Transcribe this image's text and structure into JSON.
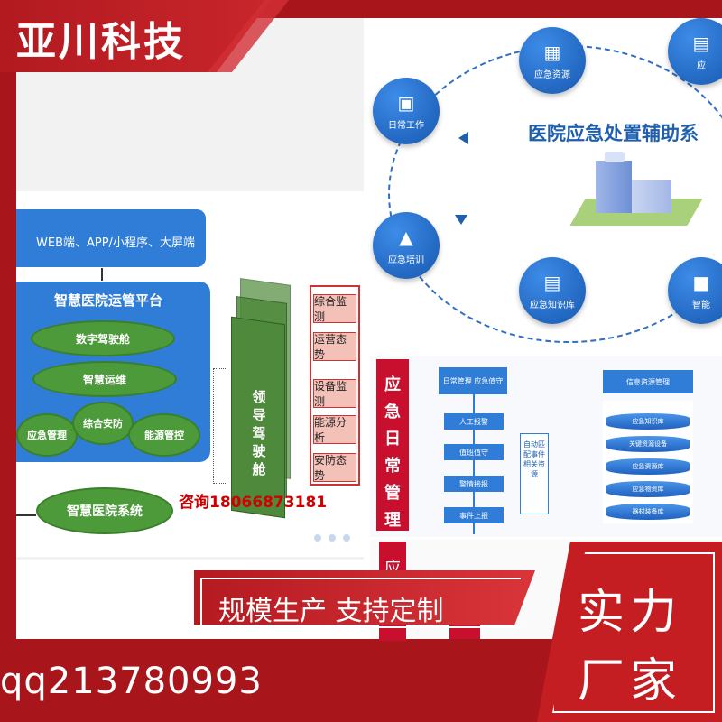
{
  "brand": {
    "name": "亚川科技"
  },
  "left_diagram": {
    "top_bar": "WEB端、APP/小程序、大屏端",
    "platform_title": "智慧医院运管平台",
    "modules": [
      "数字驾驶舱",
      "智慧运维",
      "应急管理",
      "综合安防",
      "能源管控"
    ],
    "system": "智慧医院系统",
    "cockpit": "领导驾驶舱",
    "monitors": [
      "综合监测",
      "运营态势",
      "设备监测",
      "能源分析",
      "安防态势"
    ],
    "consult": "咨询18066873181"
  },
  "right_diagram": {
    "title": "医院应急处置辅助系",
    "nodes": [
      "日常工作",
      "应急培训",
      "应急资源",
      "应急知识库",
      "应",
      "智能"
    ]
  },
  "flow": {
    "vertical_title": "应急日常管理",
    "head_box": "日常管理 应急值守",
    "steps": [
      "人工报警",
      "值班值守",
      "警情接报",
      "事件上报"
    ],
    "auto_box": "自动匹配事件相关资源",
    "info_head": "信息资源管理",
    "db_layers": [
      "应急知识库",
      "关键资源设备",
      "应急资源库",
      "应急物资库",
      "器材装备库"
    ],
    "bottom_red": "应"
  },
  "banner": {
    "slogan": "规模生产 支持定制",
    "strength_line1": "实力",
    "strength_line2": "厂家",
    "qq": "qq213780993"
  },
  "colors": {
    "frame_red": "#a8161b",
    "accent_blue": "#2f7dd6",
    "module_green": "#4c9a3a"
  }
}
